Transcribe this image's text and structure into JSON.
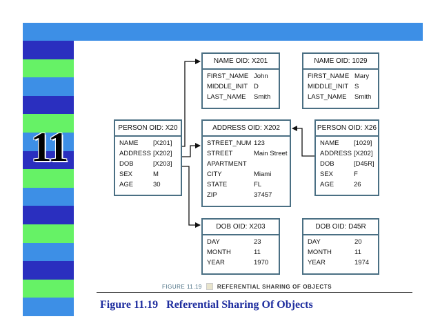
{
  "slide": {
    "chapter_number": "11",
    "colors": {
      "top_bar": "#3d8fe6",
      "stripe_dark": "#2a2fbf",
      "stripe_green": "#66f266",
      "stripe_blue": "#3d8fe6",
      "box_border": "#4a6f83",
      "caption": "#1f2e9f"
    }
  },
  "diagram": {
    "name_x201": {
      "header": "NAME OID: X201",
      "rows": [
        {
          "field": "FIRST_NAME",
          "value": "John"
        },
        {
          "field": "MIDDLE_INIT",
          "value": "D"
        },
        {
          "field": "LAST_NAME",
          "value": "Smith"
        }
      ]
    },
    "name_1029": {
      "header": "NAME OID: 1029",
      "rows": [
        {
          "field": "FIRST_NAME",
          "value": "Mary"
        },
        {
          "field": "MIDDLE_INIT",
          "value": "S"
        },
        {
          "field": "LAST_NAME",
          "value": "Smith"
        }
      ]
    },
    "person_x20": {
      "header": "PERSON OID: X20",
      "rows": [
        {
          "field": "NAME",
          "value": "[X201]"
        },
        {
          "field": "ADDRESS",
          "value": "[X202]"
        },
        {
          "field": "DOB",
          "value": "[X203]"
        },
        {
          "field": "SEX",
          "value": "M"
        },
        {
          "field": "AGE",
          "value": "30"
        }
      ]
    },
    "address_x202": {
      "header": "ADDRESS OID: X202",
      "rows": [
        {
          "field": "STREET_NUM",
          "value": "123"
        },
        {
          "field": "STREET",
          "value": "Main Street"
        },
        {
          "field": "APARTMENT",
          "value": ""
        },
        {
          "field": "CITY",
          "value": "Miami"
        },
        {
          "field": "STATE",
          "value": "FL"
        },
        {
          "field": "ZIP",
          "value": "37457"
        }
      ]
    },
    "person_x26": {
      "header": "PERSON OID: X26",
      "rows": [
        {
          "field": "NAME",
          "value": "[1029]"
        },
        {
          "field": "ADDRESS",
          "value": "[X202]"
        },
        {
          "field": "DOB",
          "value": "[D45R]"
        },
        {
          "field": "SEX",
          "value": "F"
        },
        {
          "field": "AGE",
          "value": "26"
        }
      ]
    },
    "dob_x203": {
      "header": "DOB OID: X203",
      "rows": [
        {
          "field": "DAY",
          "value": "23"
        },
        {
          "field": "MONTH",
          "value": "11"
        },
        {
          "field": "YEAR",
          "value": "1970"
        }
      ]
    },
    "dob_d45r": {
      "header": "DOB OID: D45R",
      "rows": [
        {
          "field": "DAY",
          "value": "20"
        },
        {
          "field": "MONTH",
          "value": "11"
        },
        {
          "field": "YEAR",
          "value": "1974"
        }
      ]
    }
  },
  "figure": {
    "number": "FIGURE 11.19",
    "title": "REFERENTIAL SHARING OF OBJECTS",
    "caption": "Figure 11.19   Referential Sharing Of Objects"
  }
}
